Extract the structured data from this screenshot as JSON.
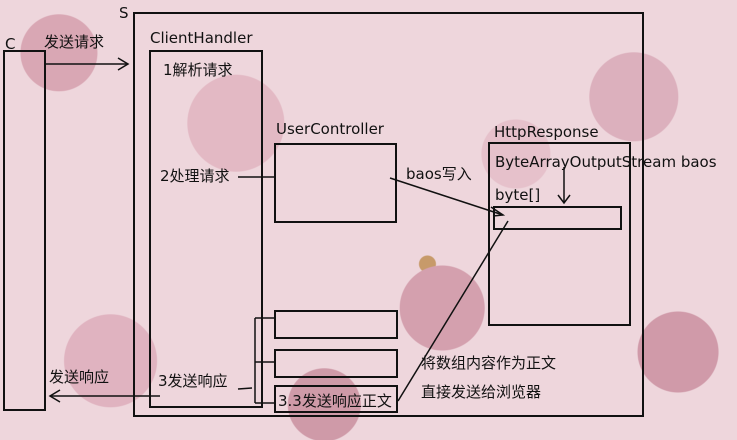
{
  "client": {
    "label": "C"
  },
  "server": {
    "label": "S"
  },
  "client_handler": {
    "title": "ClientHandler",
    "step1": "1解析请求",
    "step2": "2处理请求",
    "step3": "3发送响应"
  },
  "user_controller": {
    "title": "UserController"
  },
  "http_response": {
    "title": "HttpResponse",
    "baos_field": "ByteArrayOutputStream baos",
    "byte_array": "byte[]"
  },
  "arrows": {
    "send_request": "发送请求",
    "baos_write": "baos写入",
    "send_response": "发送响应"
  },
  "sub_steps": {
    "step_3_3": "3.3发送响应正文"
  },
  "note": {
    "line1": "将数组内容作为正文",
    "line2": "直接发送给浏览器"
  }
}
